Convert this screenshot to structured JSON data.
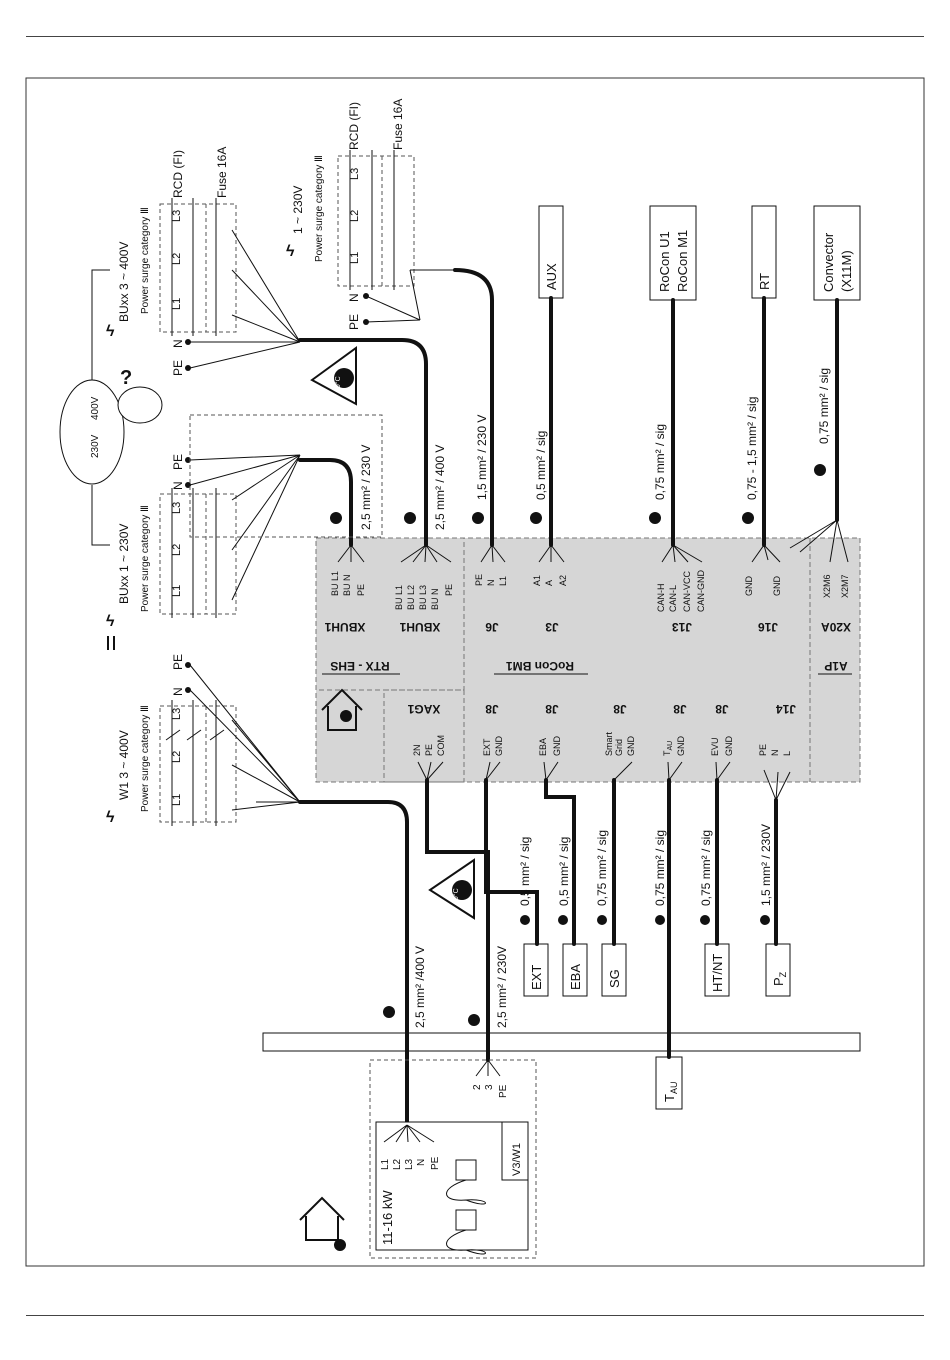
{
  "labels": {
    "w1": "W1  3 ~ 400V",
    "psc": "Power surge category Ⅲ",
    "buxx400": "BUxx  3 ~ 400V",
    "buxx230": "BUxx  1 ~ 230V",
    "supply230": "1 ~ 230V",
    "rcd": "RCD (FI)",
    "fuse": "Fuse 16A",
    "l1": "L1",
    "l2": "L2",
    "l3": "L3",
    "n": "N",
    "pe": "PE",
    "v230": "230V",
    "v400": "400V",
    "q": "?",
    "heat_label": "90°C",
    "cb_rtx": "RTX - EHS",
    "cb_rocon": "RoCon BM1",
    "cb_a1p": "A1P",
    "xbuh1": "XBUH1",
    "xag1": "XAG1",
    "j6": "J6",
    "j3": "J3",
    "j13": "J13",
    "j16": "J16",
    "x20a": "X20A",
    "j8": "J8",
    "j14": "J14",
    "bu_l1": "BU L1",
    "bu_n": "BU N",
    "pe_label": "PE",
    "bu_l2": "BU L2",
    "bu_l3": "BU L3",
    "t_n": "N",
    "t_l1": "L1",
    "a1": "A1",
    "a": "A",
    "a2": "A2",
    "can_h": "CAN-H",
    "can_l": "CAN-L",
    "can_vcc": "CAN-VCC",
    "can_gnd": "CAN-GND",
    "gnd": "GND",
    "x2m6": "X2M6",
    "x2m7": "X2M7",
    "t2n": "2N",
    "com": "COM",
    "ext": "EXT",
    "eba": "EBA",
    "smart": "Smart",
    "grid": "Grid",
    "tau": "T",
    "tau_sub": "AU",
    "evu": "EVU",
    "l": "L",
    "w_xbuh1_230": "2,5 mm² / 230 V",
    "w_xbuh1_400": "2,5 mm² / 400 V",
    "w_j6": "1,5 mm² / 230 V",
    "w_j3": "0,5 mm² / sig",
    "w_j13": "0,75 mm² / sig",
    "w_j16": "0,75 - 1,5 mm² / sig",
    "w_x20a": "0,75 mm² / sig",
    "w_ext": "0,5 mm² / sig",
    "w_eba": "0,5 mm² / sig",
    "w_sg": "0,75 mm² / sig",
    "w_tau": "0,75 mm² / sig",
    "w_htnt": "0,75 mm² / sig",
    "w_pz": "1,5 mm² / 230V",
    "w_w1_400": "2,5 mm² /400 V",
    "w_w1_230": "2,5 mm² / 230V",
    "box_aux": "AUX",
    "box_rocon1": "RoCon U1",
    "box_rocon2": "RoCon M1",
    "box_rt": "RT",
    "box_conv1": "Convector",
    "box_conv2": "(X11M)",
    "box_ext": "EXT",
    "box_eba": "EBA",
    "box_sg": "SG",
    "box_htnt": "HT/NT",
    "box_pz": "P",
    "box_pz_sub": "Z",
    "box_tau": "T",
    "box_tau_sub": "AU",
    "outdoor_kw": "11-16 kW",
    "v3w1": "V3/W1",
    "od_2": "2",
    "od_3": "3"
  }
}
